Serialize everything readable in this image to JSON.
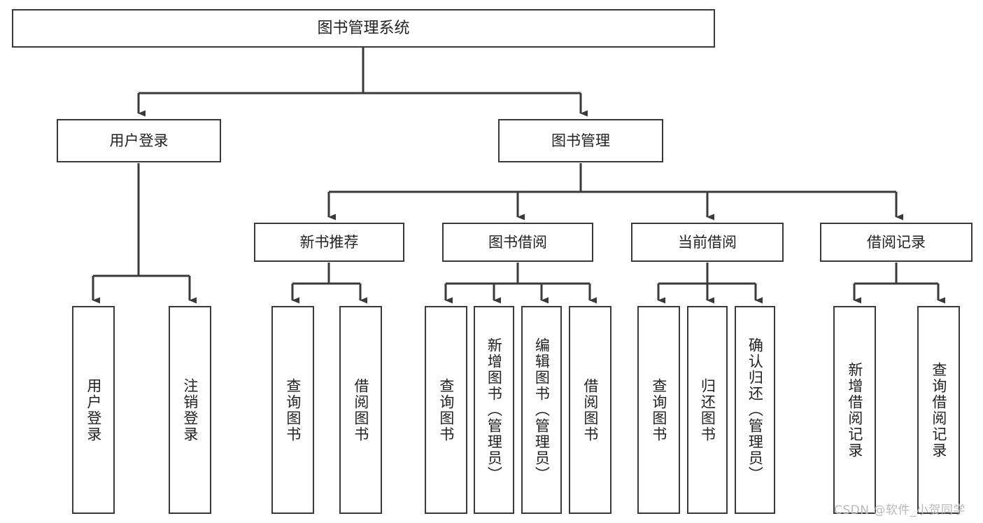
{
  "diagram": {
    "title": "图书管理系统",
    "type": "hierarchy-tree",
    "root": {
      "label": "图书管理系统"
    },
    "level2": [
      {
        "label": "用户登录"
      },
      {
        "label": "图书管理"
      }
    ],
    "level3": [
      {
        "label": "新书推荐"
      },
      {
        "label": "图书借阅"
      },
      {
        "label": "当前借阅"
      },
      {
        "label": "借阅记录"
      }
    ],
    "leaves": {
      "user_login": [
        {
          "label": "用户登录"
        },
        {
          "label": "注销登录"
        }
      ],
      "new_book_recommend": [
        {
          "label": "查询图书"
        },
        {
          "label": "借阅图书"
        }
      ],
      "book_borrow": [
        {
          "label": "查询图书"
        },
        {
          "label": "新增图书（管理员）"
        },
        {
          "label": "编辑图书（管理员）"
        },
        {
          "label": "借阅图书"
        }
      ],
      "current_borrow": [
        {
          "label": "查询图书"
        },
        {
          "label": "归还图书"
        },
        {
          "label": "确认归还（管理员）"
        }
      ],
      "borrow_record": [
        {
          "label": "新增借阅记录"
        },
        {
          "label": "查询借阅记录"
        }
      ]
    }
  },
  "watermark": {
    "text": "CSDN @软件_小贺同学"
  },
  "colors": {
    "stroke": "#3a3a3a",
    "box_fill": "#ffffff",
    "text": "#222222",
    "watermark": "#b9b9b9",
    "background": "#ffffff"
  }
}
